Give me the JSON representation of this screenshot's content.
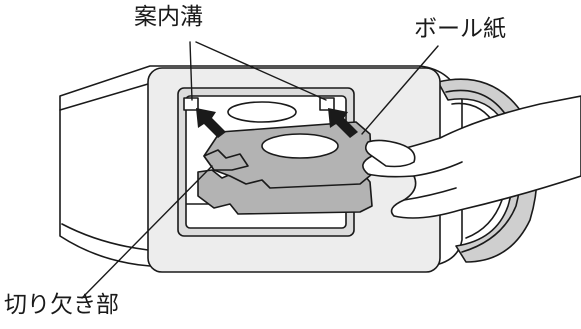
{
  "labels": {
    "guide_groove": "案内溝",
    "cardboard": "ボール紙",
    "notch": "切り欠き部"
  },
  "colors": {
    "line": "#1a1a1a",
    "cardboard_fill": "#b3b3b3",
    "body_fill": "#ffffff",
    "frame_fill": "#ededed",
    "recess_fill": "#dcdcdc",
    "hose_fill": "#cfcfcf",
    "arrow_fill": "#1a1a1a"
  }
}
